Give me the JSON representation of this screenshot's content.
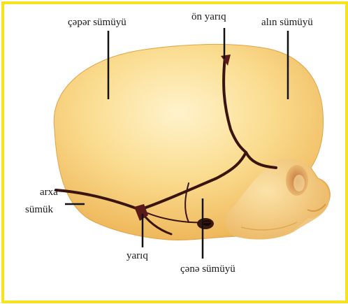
{
  "labels": {
    "parietal": "çəpər sümüyü",
    "anterior_fontanelle": "ön yarıq",
    "frontal": "alın sümüyü",
    "occipital_line1": "arxa",
    "occipital_line2": "sümük",
    "fontanelle": "yarıq",
    "jaw": "çənə sümüyü"
  },
  "colors": {
    "frame_border": "#f7e31b",
    "bone_light": "#fff0c0",
    "bone_mid": "#f6cc6e",
    "bone_dark": "#e2a347",
    "suture": "#3a1410",
    "leader_line": "#111111"
  }
}
